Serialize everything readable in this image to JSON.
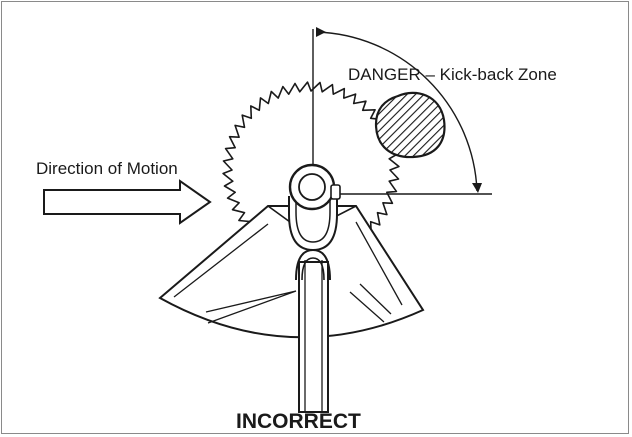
{
  "labels": {
    "danger_zone": "DANGER – Kick-back Zone",
    "direction": "Direction of Motion",
    "title": "INCORRECT"
  },
  "colors": {
    "ink": "#1a1a1a",
    "frame": "#8a8a8a",
    "background": "#ffffff"
  },
  "icons": {
    "motion_arrow": "right-arrow",
    "kickback_zone": "hatched-circle",
    "blade": "saw-blade"
  }
}
